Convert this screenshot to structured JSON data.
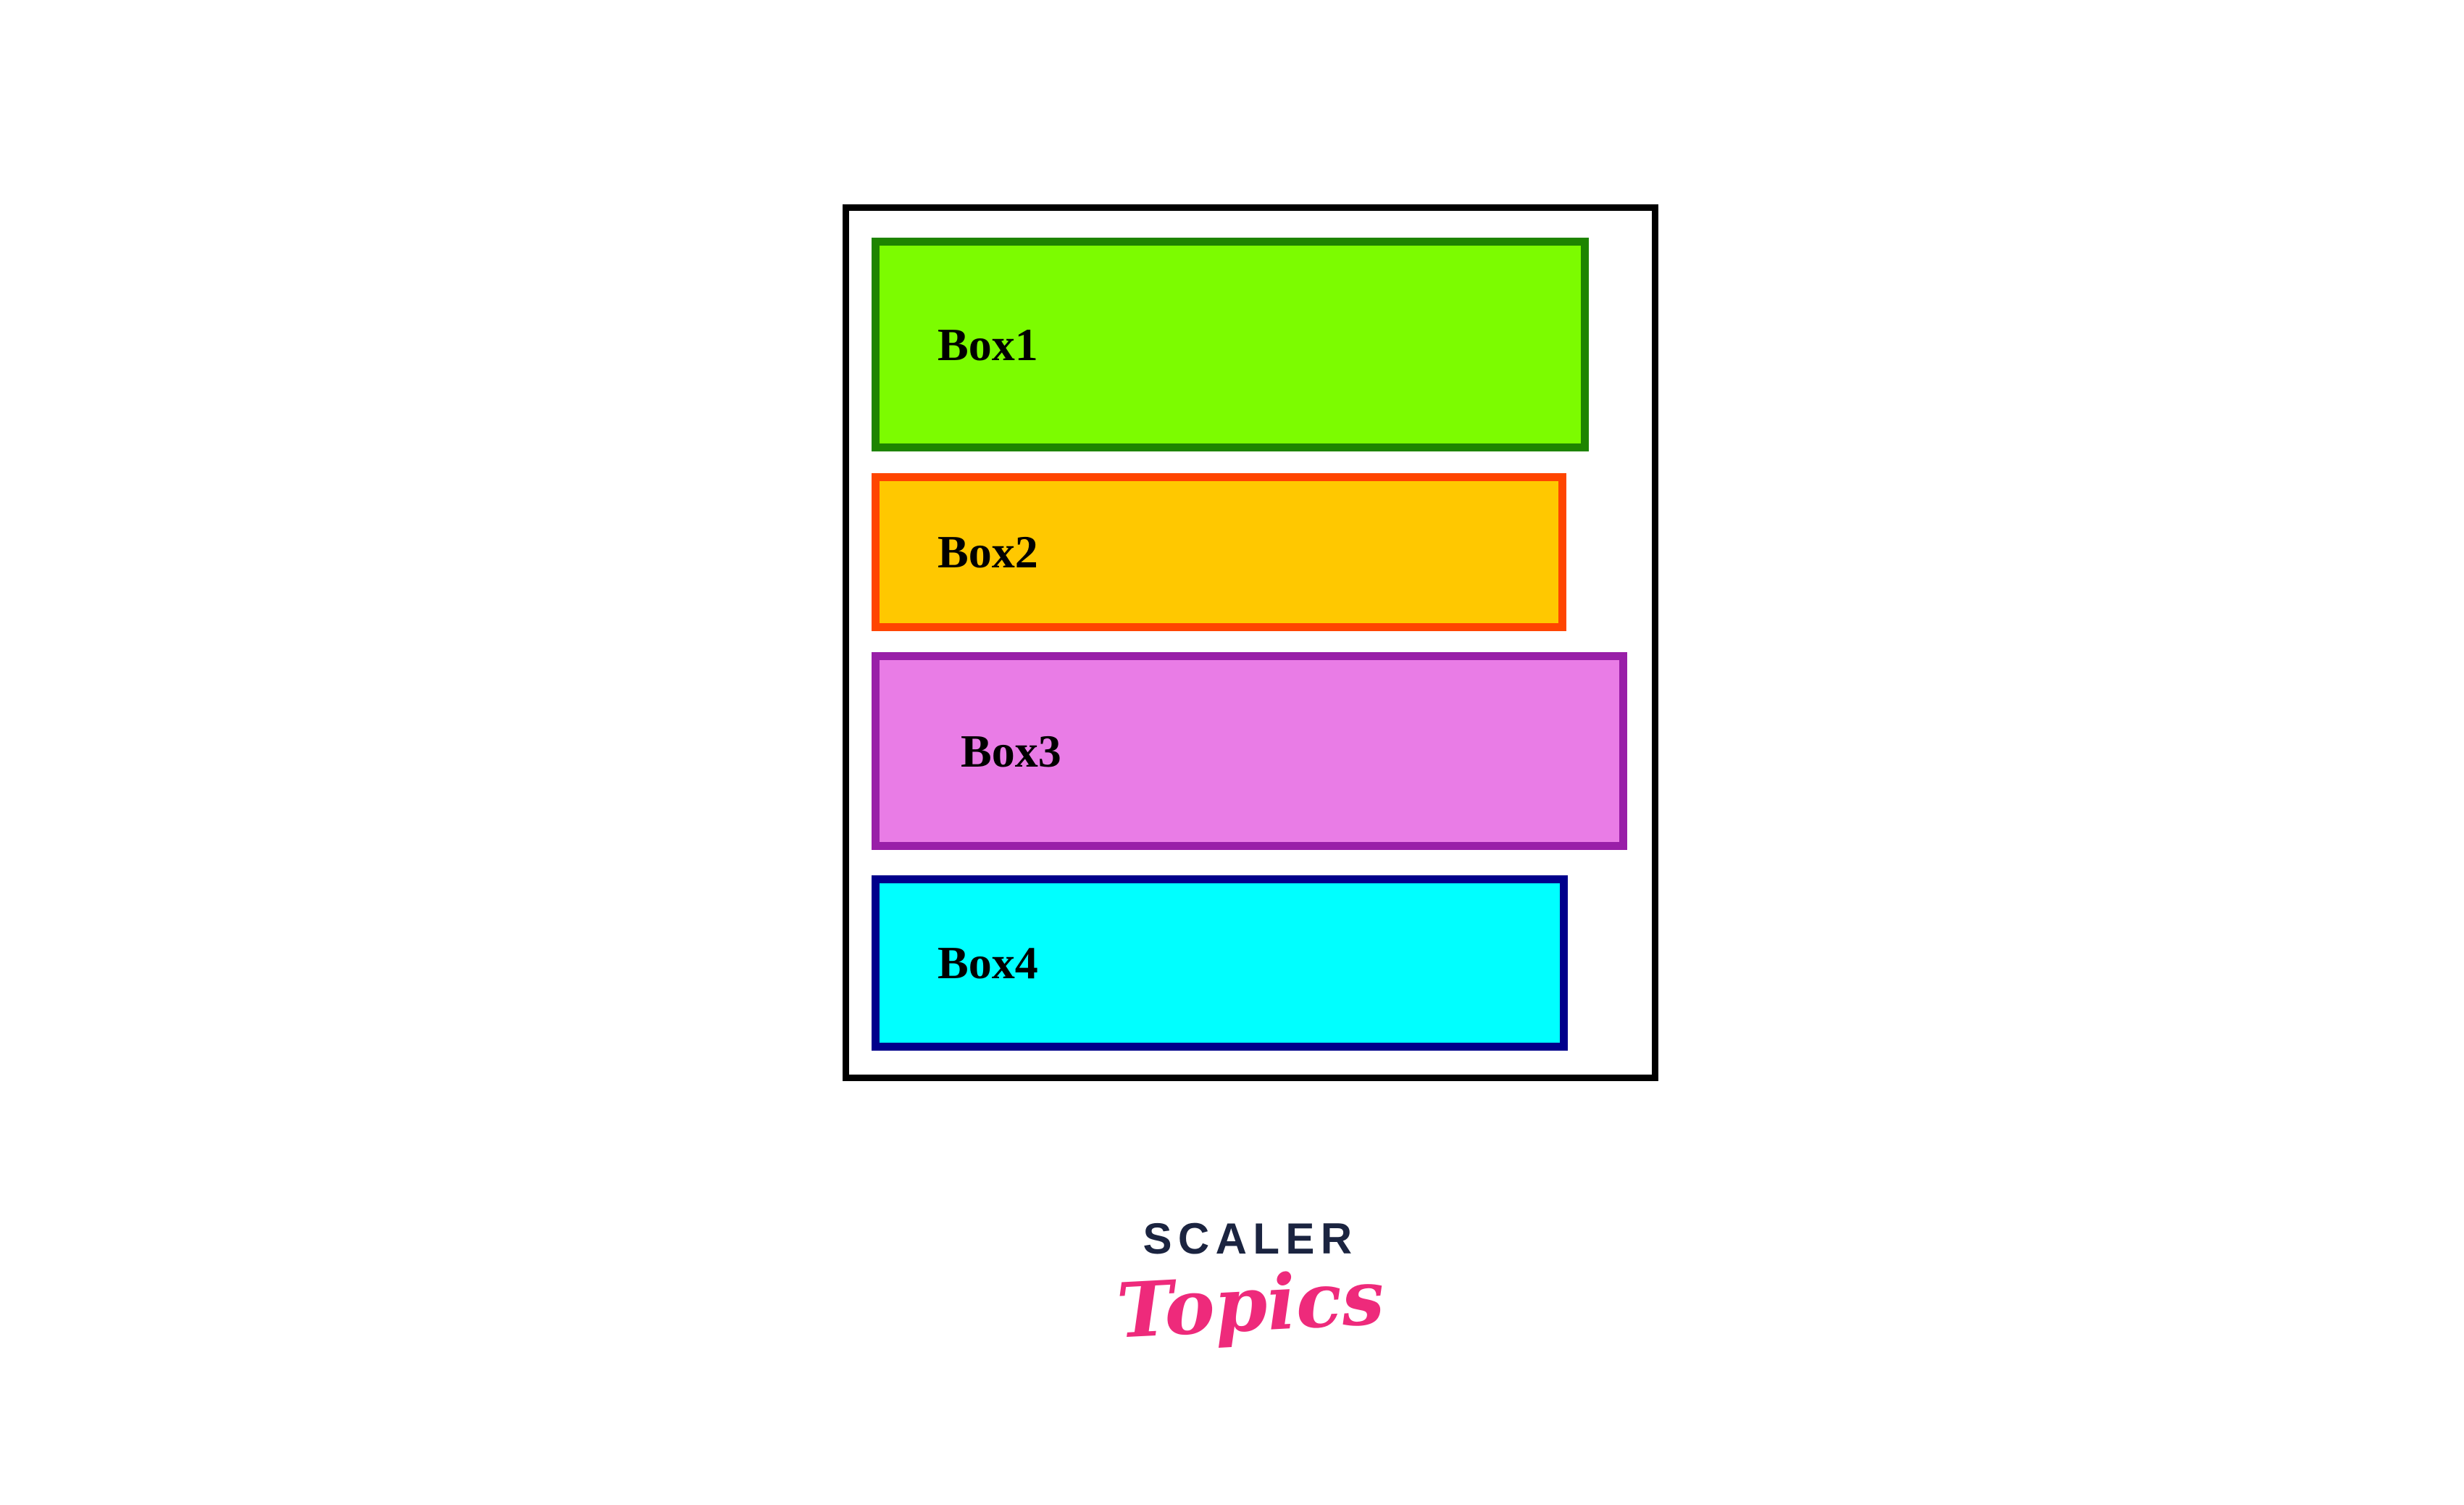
{
  "diagram": {
    "outer_border_color": "#000000",
    "boxes": [
      {
        "label": "Box1",
        "fill": "#7CFC00",
        "border": "#1E8400"
      },
      {
        "label": "Box2",
        "fill": "#FFC800",
        "border": "#FF4500"
      },
      {
        "label": "Box3",
        "fill": "#E97CE6",
        "border": "#991FA8"
      },
      {
        "label": "Box4",
        "fill": "#00FFFF",
        "border": "#00008B"
      }
    ]
  },
  "logo": {
    "brand": "SCALER",
    "sub": "Topics",
    "brand_color": "#1B2440",
    "accent_color": "#EE2A7B"
  }
}
